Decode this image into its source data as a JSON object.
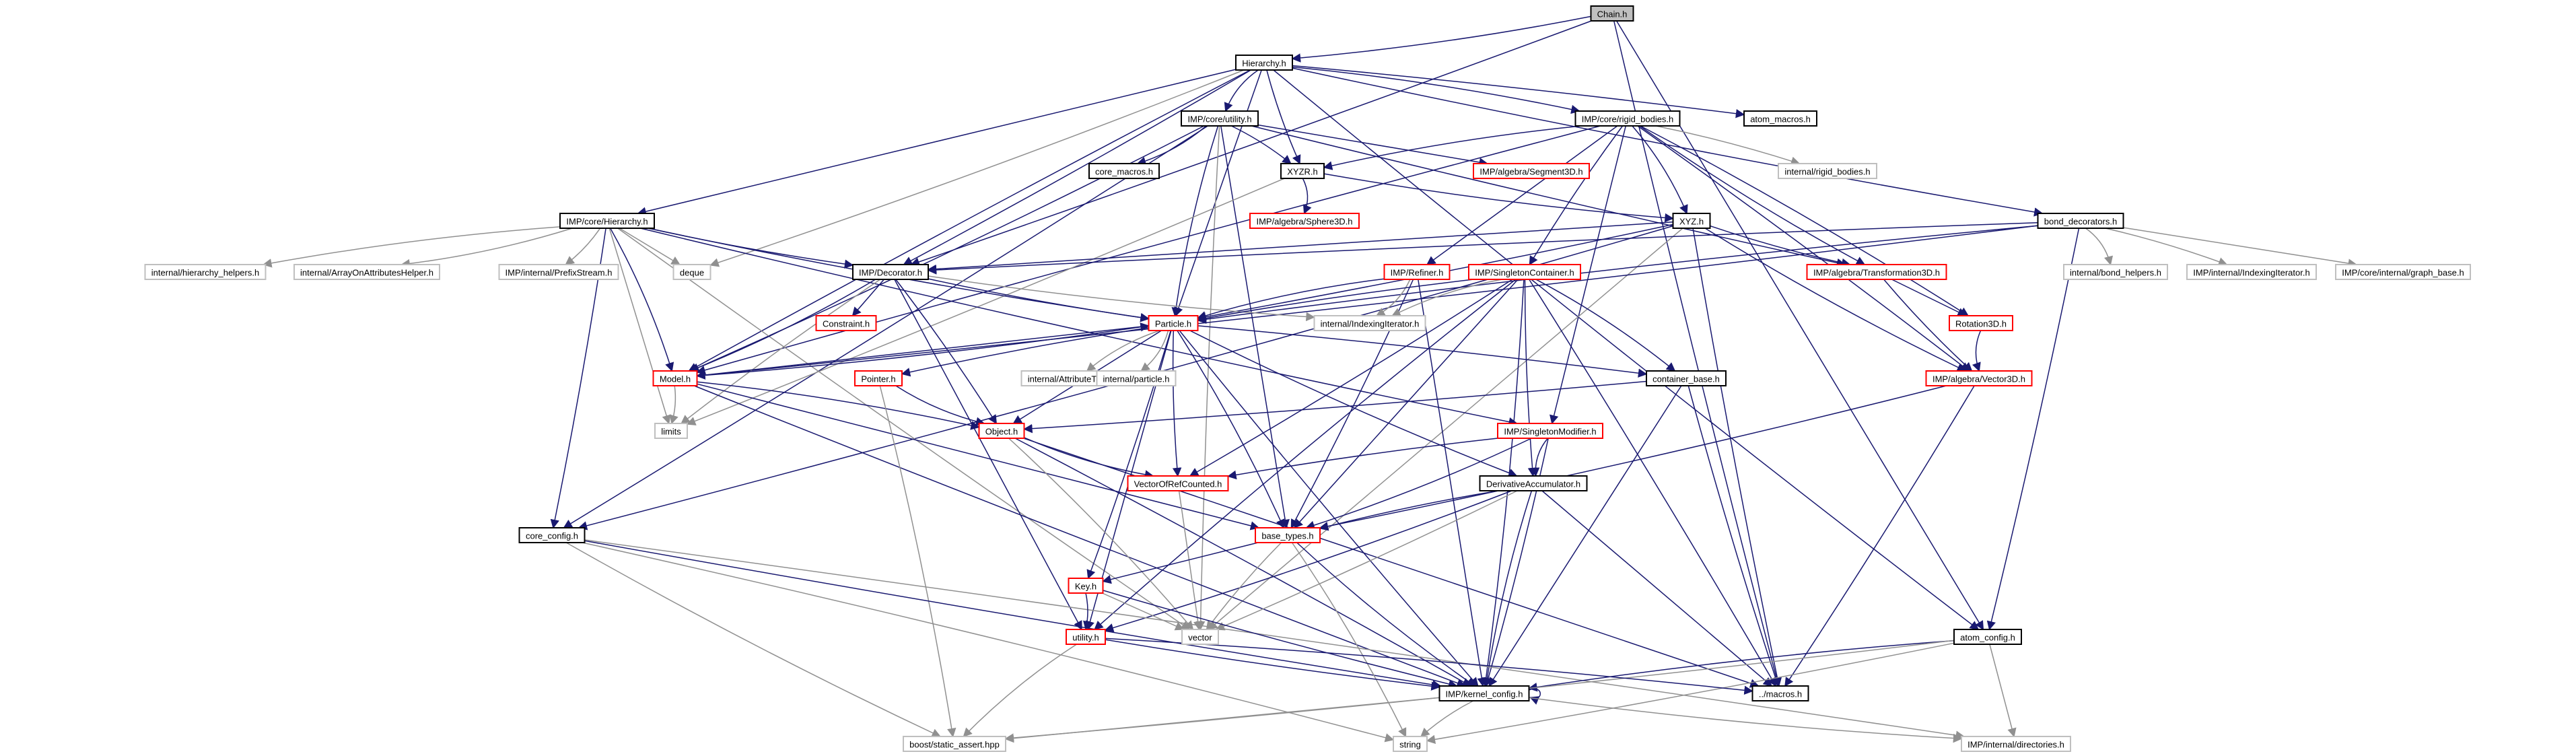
{
  "graph": {
    "root": "Chain.h",
    "colors": {
      "root_fill": "#bfbfbf",
      "linked_border": "#000000",
      "unlinked_border": "#ff0000",
      "system_border": "#bfbfbf",
      "edge": "#191970",
      "edge_system": "#909090"
    },
    "nodes": [
      {
        "id": "chain",
        "label": "Chain.h",
        "kind": "root"
      },
      {
        "id": "hierarchy",
        "label": "Hierarchy.h",
        "kind": "linked"
      },
      {
        "id": "core_utility",
        "label": "IMP/core/utility.h",
        "kind": "linked"
      },
      {
        "id": "core_rigid",
        "label": "IMP/core/rigid_bodies.h",
        "kind": "linked"
      },
      {
        "id": "atom_macros",
        "label": "atom_macros.h",
        "kind": "linked"
      },
      {
        "id": "core_macros",
        "label": "core_macros.h",
        "kind": "linked"
      },
      {
        "id": "xyzr",
        "label": "XYZR.h",
        "kind": "linked"
      },
      {
        "id": "segment3d",
        "label": "IMP/algebra/Segment3D.h",
        "kind": "unlinked"
      },
      {
        "id": "internal_rigid",
        "label": "internal/rigid_bodies.h",
        "kind": "system"
      },
      {
        "id": "sphere3d",
        "label": "IMP/algebra/Sphere3D.h",
        "kind": "unlinked"
      },
      {
        "id": "core_hierarchy",
        "label": "IMP/core/Hierarchy.h",
        "kind": "linked"
      },
      {
        "id": "xyz",
        "label": "XYZ.h",
        "kind": "linked"
      },
      {
        "id": "bond_decorators",
        "label": "bond_decorators.h",
        "kind": "linked"
      },
      {
        "id": "internal_hier_helpers",
        "label": "internal/hierarchy_helpers.h",
        "kind": "system"
      },
      {
        "id": "internal_arrayon",
        "label": "internal/ArrayOnAttributesHelper.h",
        "kind": "system"
      },
      {
        "id": "prefixstream",
        "label": "IMP/internal/PrefixStream.h",
        "kind": "system"
      },
      {
        "id": "deque",
        "label": "deque",
        "kind": "system"
      },
      {
        "id": "decorator",
        "label": "IMP/Decorator.h",
        "kind": "linked"
      },
      {
        "id": "refiner",
        "label": "IMP/Refiner.h",
        "kind": "unlinked"
      },
      {
        "id": "singleton_container",
        "label": "IMP/SingletonContainer.h",
        "kind": "unlinked"
      },
      {
        "id": "transformation3d",
        "label": "IMP/algebra/Transformation3D.h",
        "kind": "unlinked"
      },
      {
        "id": "internal_bond_helpers",
        "label": "internal/bond_helpers.h",
        "kind": "system"
      },
      {
        "id": "imp_internal_indexing",
        "label": "IMP/internal/IndexingIterator.h",
        "kind": "system"
      },
      {
        "id": "core_internal_graph",
        "label": "IMP/core/internal/graph_base.h",
        "kind": "system"
      },
      {
        "id": "constraint",
        "label": "Constraint.h",
        "kind": "unlinked"
      },
      {
        "id": "internal_indexing",
        "label": "internal/IndexingIterator.h",
        "kind": "system"
      },
      {
        "id": "rotation3d",
        "label": "Rotation3D.h",
        "kind": "unlinked"
      },
      {
        "id": "particle",
        "label": "Particle.h",
        "kind": "unlinked"
      },
      {
        "id": "model",
        "label": "Model.h",
        "kind": "unlinked"
      },
      {
        "id": "pointer",
        "label": "Pointer.h",
        "kind": "unlinked"
      },
      {
        "id": "internal_attributetable",
        "label": "internal/AttributeTable.h",
        "kind": "system"
      },
      {
        "id": "internal_particle",
        "label": "internal/particle.h",
        "kind": "system"
      },
      {
        "id": "container_base",
        "label": "container_base.h",
        "kind": "linked"
      },
      {
        "id": "vector3d",
        "label": "IMP/algebra/Vector3D.h",
        "kind": "unlinked"
      },
      {
        "id": "limits",
        "label": "limits",
        "kind": "system"
      },
      {
        "id": "object",
        "label": "Object.h",
        "kind": "unlinked"
      },
      {
        "id": "singleton_modifier",
        "label": "IMP/SingletonModifier.h",
        "kind": "unlinked"
      },
      {
        "id": "vector_of_refcounted",
        "label": "VectorOfRefCounted.h",
        "kind": "unlinked"
      },
      {
        "id": "derivative_accumulator",
        "label": "DerivativeAccumulator.h",
        "kind": "linked"
      },
      {
        "id": "core_config",
        "label": "core_config.h",
        "kind": "linked"
      },
      {
        "id": "base_types",
        "label": "base_types.h",
        "kind": "unlinked"
      },
      {
        "id": "key",
        "label": "Key.h",
        "kind": "unlinked"
      },
      {
        "id": "vector",
        "label": "vector",
        "kind": "system"
      },
      {
        "id": "atom_config",
        "label": "atom_config.h",
        "kind": "linked"
      },
      {
        "id": "utility",
        "label": "utility.h",
        "kind": "unlinked"
      },
      {
        "id": "macros",
        "label": "../macros.h",
        "kind": "linked"
      },
      {
        "id": "kernel_config",
        "label": "IMP/kernel_config.h",
        "kind": "linked"
      },
      {
        "id": "static_assert",
        "label": "boost/static_assert.hpp",
        "kind": "system"
      },
      {
        "id": "string",
        "label": "string",
        "kind": "system"
      },
      {
        "id": "directories",
        "label": "IMP/internal/directories.h",
        "kind": "system"
      }
    ],
    "edges": [
      [
        "chain",
        "hierarchy"
      ],
      [
        "chain",
        "decorator"
      ],
      [
        "chain",
        "atom_config"
      ],
      [
        "chain",
        "macros"
      ],
      [
        "hierarchy",
        "core_utility"
      ],
      [
        "hierarchy",
        "core_rigid"
      ],
      [
        "hierarchy",
        "atom_macros"
      ],
      [
        "hierarchy",
        "core_hierarchy"
      ],
      [
        "hierarchy",
        "xyzr"
      ],
      [
        "hierarchy",
        "bond_decorators"
      ],
      [
        "hierarchy",
        "deque"
      ],
      [
        "hierarchy",
        "decorator"
      ],
      [
        "hierarchy",
        "particle"
      ],
      [
        "hierarchy",
        "model"
      ],
      [
        "hierarchy",
        "atom_config"
      ],
      [
        "core_utility",
        "core_macros"
      ],
      [
        "core_utility",
        "xyzr"
      ],
      [
        "core_utility",
        "segment3d"
      ],
      [
        "core_utility",
        "transformation3d"
      ],
      [
        "core_utility",
        "particle"
      ],
      [
        "core_utility",
        "model"
      ],
      [
        "core_utility",
        "core_config"
      ],
      [
        "core_utility",
        "base_types"
      ],
      [
        "core_utility",
        "vector"
      ],
      [
        "core_rigid",
        "xyzr"
      ],
      [
        "core_rigid",
        "xyz"
      ],
      [
        "core_rigid",
        "internal_rigid"
      ],
      [
        "core_rigid",
        "refiner"
      ],
      [
        "core_rigid",
        "singleton_container"
      ],
      [
        "core_rigid",
        "transformation3d"
      ],
      [
        "core_rigid",
        "rotation3d"
      ],
      [
        "core_rigid",
        "vector3d"
      ],
      [
        "core_rigid",
        "singleton_modifier"
      ],
      [
        "core_rigid",
        "model"
      ],
      [
        "xyzr",
        "xyz"
      ],
      [
        "xyzr",
        "sphere3d"
      ],
      [
        "xyzr",
        "limits"
      ],
      [
        "xyz",
        "decorator"
      ],
      [
        "xyz",
        "transformation3d"
      ],
      [
        "xyz",
        "vector3d"
      ],
      [
        "xyz",
        "core_config"
      ],
      [
        "xyz",
        "particle"
      ],
      [
        "xyz",
        "vector"
      ],
      [
        "xyz",
        "macros"
      ],
      [
        "core_hierarchy",
        "internal_hier_helpers"
      ],
      [
        "core_hierarchy",
        "internal_arrayon"
      ],
      [
        "core_hierarchy",
        "prefixstream"
      ],
      [
        "core_hierarchy",
        "deque"
      ],
      [
        "core_hierarchy",
        "decorator"
      ],
      [
        "core_hierarchy",
        "particle"
      ],
      [
        "core_hierarchy",
        "model"
      ],
      [
        "core_hierarchy",
        "core_config"
      ],
      [
        "core_hierarchy",
        "limits"
      ],
      [
        "core_hierarchy",
        "vector"
      ],
      [
        "core_hierarchy",
        "singleton_modifier"
      ],
      [
        "bond_decorators",
        "internal_bond_helpers"
      ],
      [
        "bond_decorators",
        "imp_internal_indexing"
      ],
      [
        "bond_decorators",
        "core_internal_graph"
      ],
      [
        "bond_decorators",
        "decorator"
      ],
      [
        "bond_decorators",
        "particle"
      ],
      [
        "bond_decorators",
        "model"
      ],
      [
        "bond_decorators",
        "atom_config"
      ],
      [
        "decorator",
        "constraint"
      ],
      [
        "decorator",
        "particle"
      ],
      [
        "decorator",
        "internal_indexing"
      ],
      [
        "decorator",
        "model"
      ],
      [
        "decorator",
        "object"
      ],
      [
        "decorator",
        "utility"
      ],
      [
        "decorator",
        "limits"
      ],
      [
        "refiner",
        "particle"
      ],
      [
        "refiner",
        "internal_indexing"
      ],
      [
        "refiner",
        "base_types"
      ],
      [
        "refiner",
        "kernel_config"
      ],
      [
        "singleton_container",
        "particle"
      ],
      [
        "singleton_container",
        "internal_indexing"
      ],
      [
        "singleton_container",
        "container_base"
      ],
      [
        "singleton_container",
        "vector_of_refcounted"
      ],
      [
        "singleton_container",
        "base_types"
      ],
      [
        "singleton_container",
        "derivative_accumulator"
      ],
      [
        "singleton_container",
        "utility"
      ],
      [
        "singleton_container",
        "kernel_config"
      ],
      [
        "singleton_container",
        "macros"
      ],
      [
        "transformation3d",
        "rotation3d"
      ],
      [
        "transformation3d",
        "vector3d"
      ],
      [
        "rotation3d",
        "vector3d"
      ],
      [
        "vector3d",
        "base_types"
      ],
      [
        "vector3d",
        "macros"
      ],
      [
        "particle",
        "model"
      ],
      [
        "particle",
        "pointer"
      ],
      [
        "particle",
        "internal_attributetable"
      ],
      [
        "particle",
        "internal_particle"
      ],
      [
        "particle",
        "container_base"
      ],
      [
        "particle",
        "object"
      ],
      [
        "particle",
        "vector_of_refcounted"
      ],
      [
        "particle",
        "derivative_accumulator"
      ],
      [
        "particle",
        "base_types"
      ],
      [
        "particle",
        "key"
      ],
      [
        "particle",
        "utility"
      ],
      [
        "particle",
        "kernel_config"
      ],
      [
        "model",
        "particle"
      ],
      [
        "model",
        "object"
      ],
      [
        "model",
        "limits"
      ],
      [
        "model",
        "base_types"
      ],
      [
        "model",
        "kernel_config"
      ],
      [
        "pointer",
        "object"
      ],
      [
        "pointer",
        "static_assert"
      ],
      [
        "container_base",
        "object"
      ],
      [
        "container_base",
        "kernel_config"
      ],
      [
        "container_base",
        "macros"
      ],
      [
        "object",
        "vector_of_refcounted"
      ],
      [
        "object",
        "vector"
      ],
      [
        "object",
        "kernel_config"
      ],
      [
        "object",
        "macros"
      ],
      [
        "singleton_modifier",
        "vector_of_refcounted"
      ],
      [
        "singleton_modifier",
        "derivative_accumulator"
      ],
      [
        "singleton_modifier",
        "base_types"
      ],
      [
        "singleton_modifier",
        "kernel_config"
      ],
      [
        "vector_of_refcounted",
        "vector"
      ],
      [
        "derivative_accumulator",
        "base_types"
      ],
      [
        "derivative_accumulator",
        "kernel_config"
      ],
      [
        "derivative_accumulator",
        "utility"
      ],
      [
        "derivative_accumulator",
        "vector"
      ],
      [
        "derivative_accumulator",
        "macros"
      ],
      [
        "core_config",
        "kernel_config"
      ],
      [
        "core_config",
        "static_assert"
      ],
      [
        "core_config",
        "string"
      ],
      [
        "core_config",
        "directories"
      ],
      [
        "base_types",
        "key"
      ],
      [
        "base_types",
        "vector"
      ],
      [
        "base_types",
        "kernel_config"
      ],
      [
        "base_types",
        "string"
      ],
      [
        "key",
        "utility"
      ],
      [
        "key",
        "vector"
      ],
      [
        "key",
        "kernel_config"
      ],
      [
        "atom_config",
        "kernel_config"
      ],
      [
        "atom_config",
        "static_assert"
      ],
      [
        "atom_config",
        "string"
      ],
      [
        "atom_config",
        "directories"
      ],
      [
        "utility",
        "kernel_config"
      ],
      [
        "utility",
        "static_assert"
      ],
      [
        "utility",
        "macros"
      ],
      [
        "kernel_config",
        "kernel_config"
      ],
      [
        "kernel_config",
        "static_assert"
      ],
      [
        "kernel_config",
        "string"
      ],
      [
        "kernel_config",
        "directories"
      ]
    ]
  }
}
